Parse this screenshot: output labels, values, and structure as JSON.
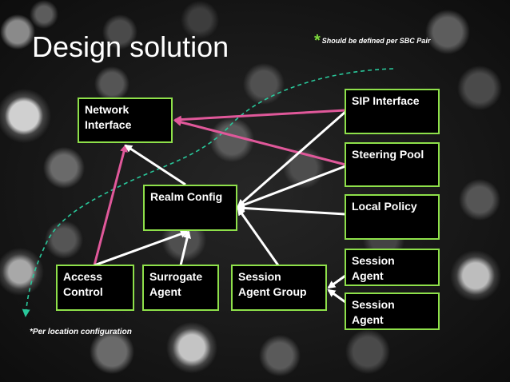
{
  "slide": {
    "title": "Design solution",
    "top_note_marker": "*",
    "top_note": "Should be defined per SBC Pair",
    "bottom_note_marker": "*",
    "bottom_note": "Per location configuration"
  },
  "boxes": {
    "network_interface": "Network\nInterface",
    "realm_config": "Realm Config",
    "sip_interface": "SIP Interface",
    "steering_pool": "Steering Pool",
    "local_policy": "Local Policy",
    "session_agent_1": "Session\nAgent",
    "session_agent_2": "Session\nAgent",
    "access_control": "Access\nControl",
    "surrogate_agent": "Surrogate\nAgent",
    "session_agent_group": "Session\nAgent Group"
  },
  "colors": {
    "box_border": "#8ee04a",
    "box_fill": "#000000",
    "text": "#ffffff",
    "arrow_white": "#ffffff",
    "arrow_pink": "#e0589a",
    "dashed_line": "#29c79a",
    "asterisk": "#7ddc3c"
  }
}
